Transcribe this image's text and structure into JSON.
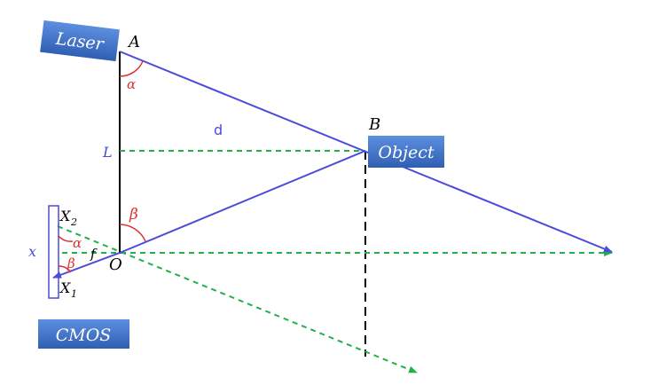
{
  "diagram": {
    "boxes": {
      "laser": "Laser",
      "object": "Object",
      "cmos": "CMOS"
    },
    "points": {
      "A": "A",
      "B": "B",
      "O": "O",
      "X2_base": "X",
      "X2_sub": "2",
      "X1_base": "X",
      "X1_sub": "1"
    },
    "labels": {
      "L": "L",
      "d": "d",
      "x": "x",
      "f": "f"
    },
    "angles": {
      "alpha_top": "α",
      "beta_mid": "β",
      "alpha_sensor": "α",
      "beta_sensor": "β"
    },
    "colors": {
      "blue_line": "#4b4bdc",
      "green_dashed": "#22b04b",
      "angle_red": "#e03030",
      "label_blue": "#4b4bdc",
      "box_fill": "#3a6fc4",
      "black": "#000000"
    }
  }
}
